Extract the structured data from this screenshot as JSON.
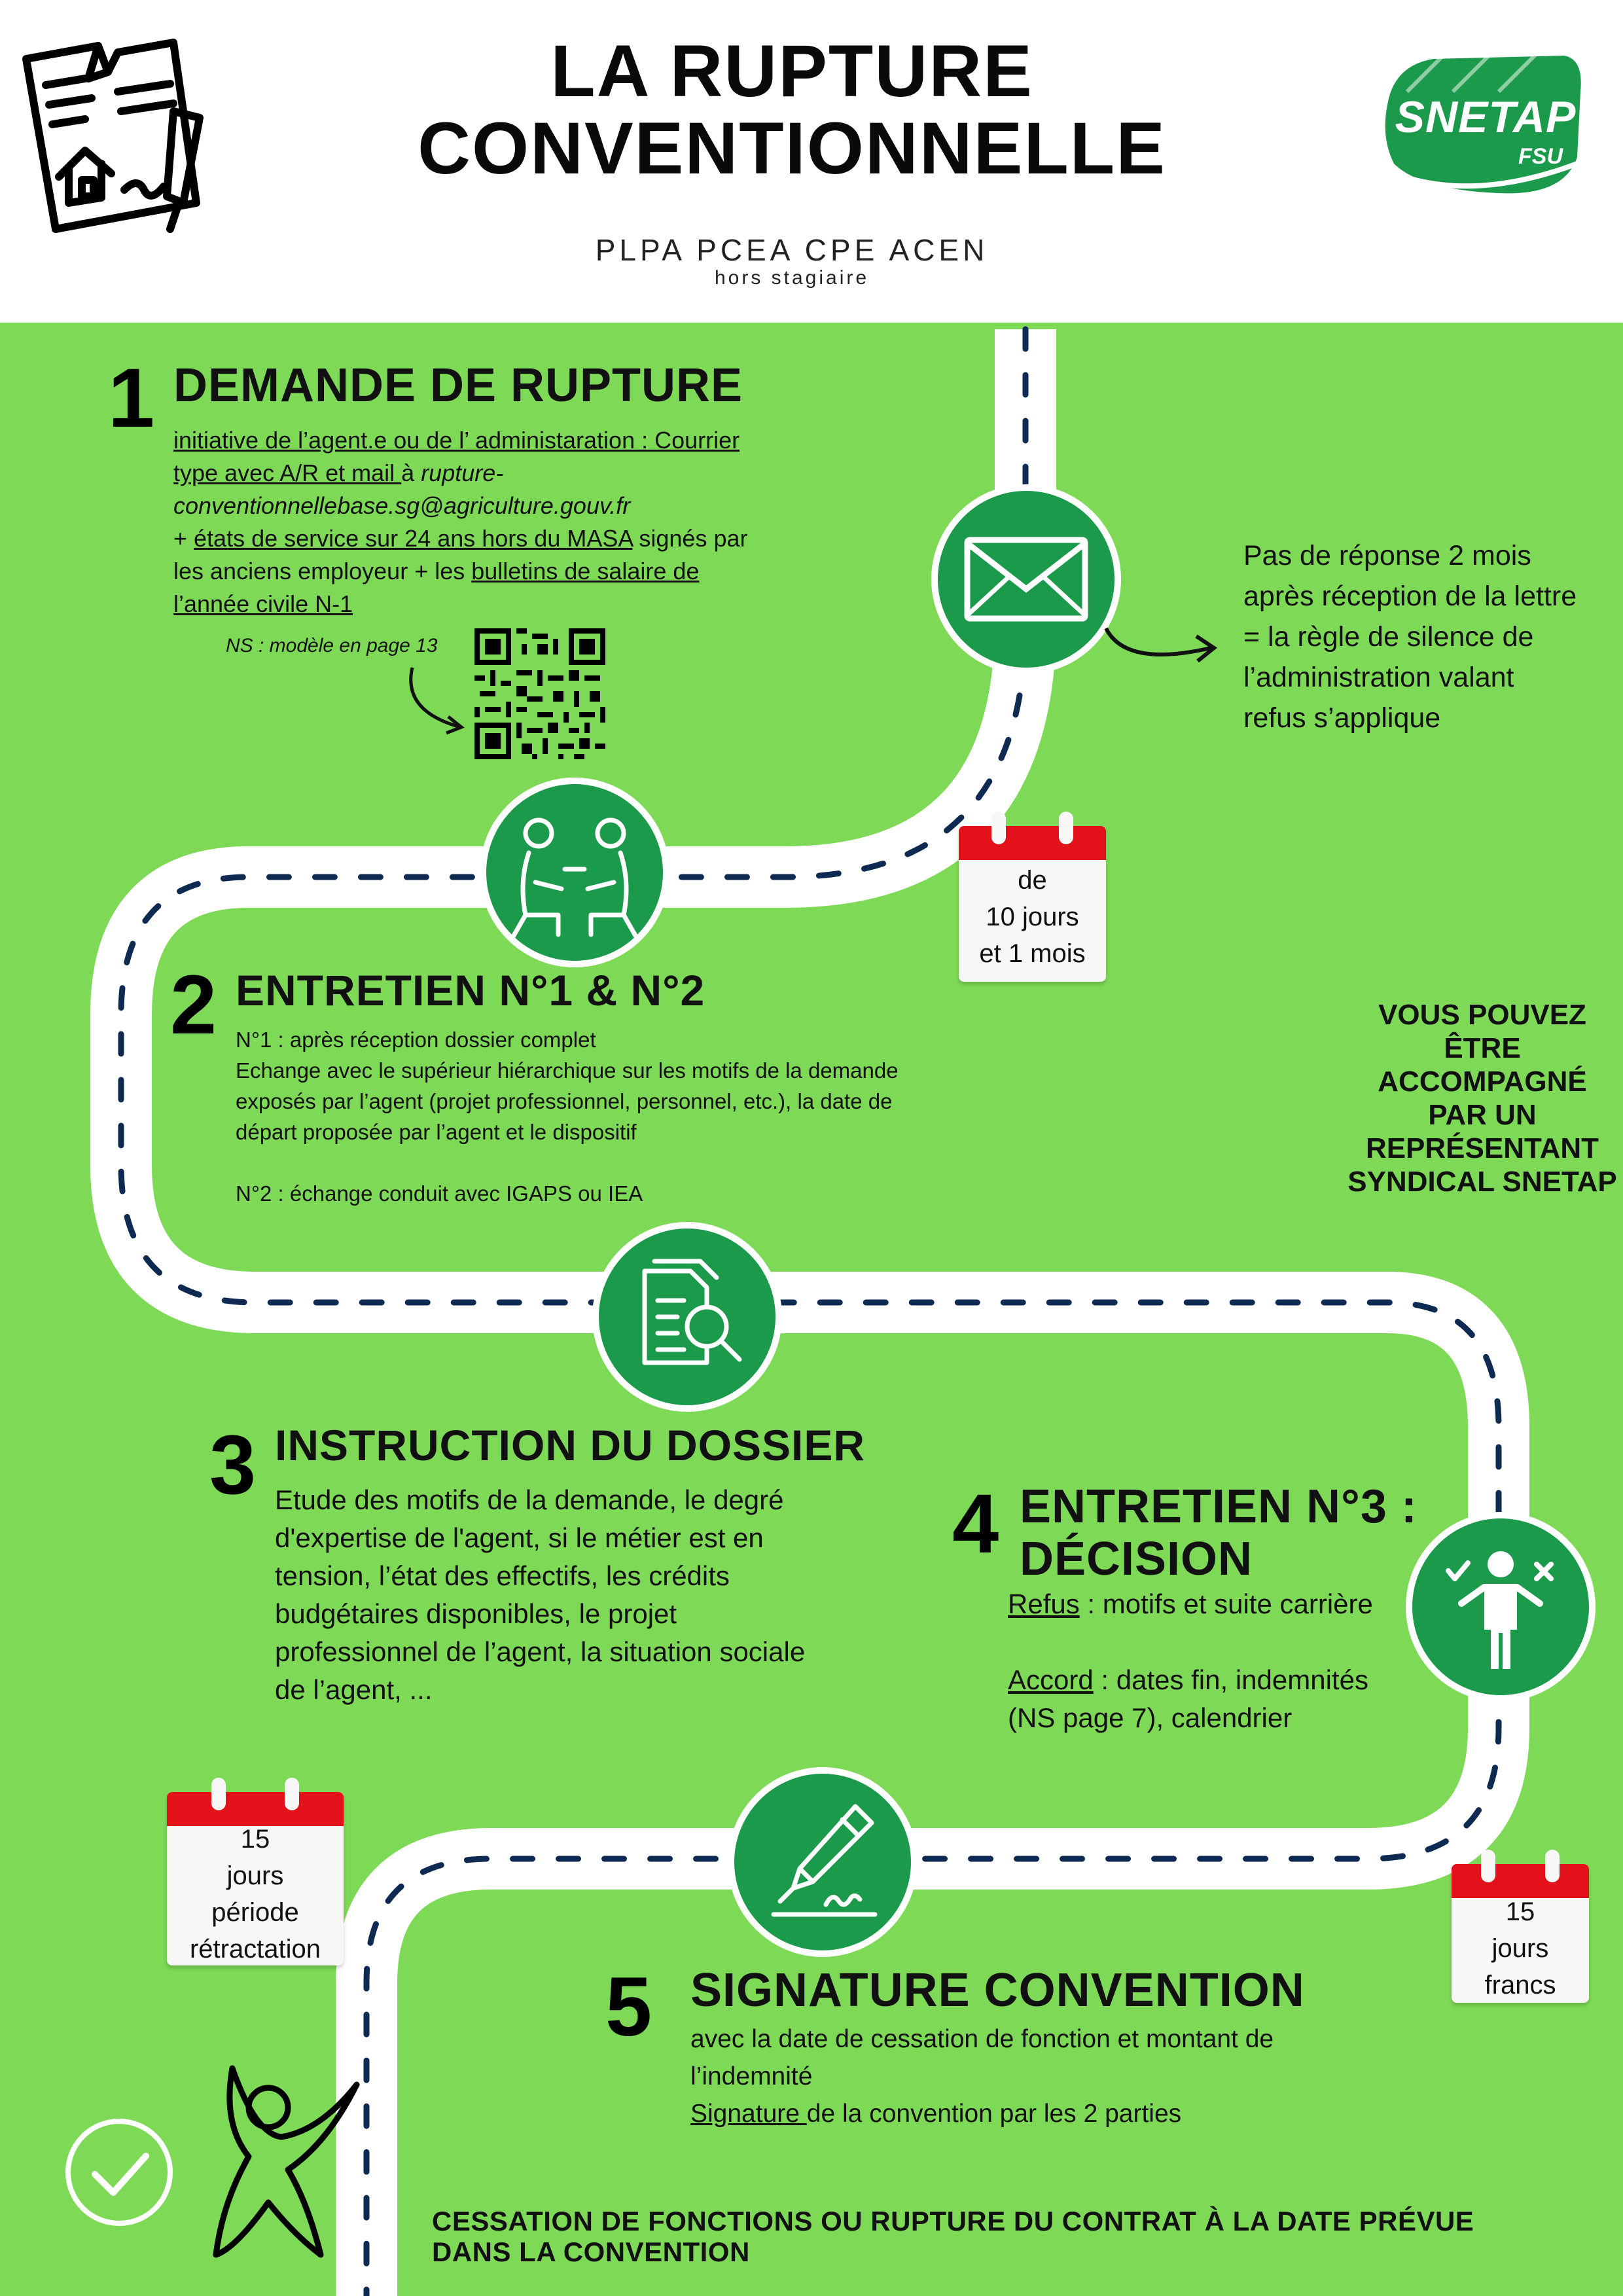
{
  "header": {
    "title_line1": "LA RUPTURE",
    "title_line2": "CONVENTIONNELLE",
    "subtitle": "PLPA PCEA CPE ACEN",
    "subtitle_note": "hors stagiaire",
    "logo_text": "SNETAP",
    "logo_sub": "FSU",
    "brand_color": "#1a9a4a",
    "background_color": "#7ed957",
    "icon_left": "contract-torn-icon"
  },
  "step1": {
    "number": "1",
    "title": "DEMANDE DE RUPTURE",
    "line1a": "initiative de l’agent.e ou de l’ administaration : Courrier",
    "line2a": "type avec A/R et mail ",
    "line2b": "à ",
    "line2c": "rupture-",
    "line3": "conventionnellebase.sg@agriculture.gouv.fr",
    "line4a": "+ ",
    "line4b": "états de service sur 24 ans hors du MASA",
    "line4c": " signés par",
    "line5a": "les anciens employeur + les ",
    "line5b": "bulletins de salaire de",
    "line6": "l’année civile N-1",
    "ns_note": "NS : modèle en page 13",
    "icon": "envelope-icon"
  },
  "silence_note": "Pas de réponse 2 mois après réception de la lettre = la règle de silence de l’administration valant refus s’applique",
  "cal1": {
    "line1": "de",
    "line2": "10 jours",
    "line3": "et 1 mois"
  },
  "step2": {
    "number": "2",
    "title": "ENTRETIEN N°1 & N°2",
    "line1": "N°1 : après réception dossier complet",
    "line2": "Echange avec le supérieur hiérarchique sur les motifs de la demande",
    "line3": "exposés par l’agent (projet professionnel, personnel, etc.), la date de",
    "line4": "départ proposée par l’agent et le dispositif",
    "line5": "N°2 : échange conduit avec IGAPS ou IEA",
    "icon": "meeting-icon"
  },
  "accompany_note": {
    "l1": "VOUS  POUVEZ",
    "l2": "ÊTRE",
    "l3": "ACCOMPAGNÉ",
    "l4": "PAR UN",
    "l5": "REPRÉSENTANT",
    "l6": "SYNDICAL SNETAP"
  },
  "step3": {
    "number": "3",
    "title": "INSTRUCTION DU DOSSIER",
    "l1": "Etude des motifs de la demande, le degré",
    "l2": "d'expertise de l'agent, si le métier est en",
    "l3": "tension, l’état des effectifs, les crédits",
    "l4": "budgétaires disponibles, le projet",
    "l5": "professionnel de l’agent, la situation sociale",
    "l6": "de l’agent, ...",
    "icon": "document-search-icon"
  },
  "step4": {
    "number": "4",
    "title_line1": "ENTRETIEN N°3 :",
    "title_line2": "DÉCISION",
    "refus_label": "Refus",
    "refus_text": " : motifs et suite carrière",
    "accord_label": "Accord",
    "accord_text": " : dates fin, indemnités",
    "accord_text2": " (NS page 7), calendrier",
    "icon": "decision-person-icon"
  },
  "cal2": {
    "line1": "15",
    "line2": "jours",
    "line3": "période",
    "line4": "rétractation"
  },
  "cal3": {
    "line1": "15",
    "line2": "jours",
    "line3": "francs"
  },
  "step5": {
    "number": "5",
    "title": "SIGNATURE CONVENTION",
    "l1": "avec la date de cessation de fonction et montant de",
    "l2": "l’indemnité",
    "sig_label": "Signature ",
    "sig_text": "de la convention par les 2 parties",
    "icon": "pen-signature-icon"
  },
  "final": {
    "l1": "CESSATION DE FONCTIONS OU RUPTURE DU CONTRAT À LA DATE PRÉVUE",
    "l2": "DANS LA CONVENTION",
    "icon": "checkmark-circle-icon",
    "person_icon": "celebrating-person-icon"
  }
}
